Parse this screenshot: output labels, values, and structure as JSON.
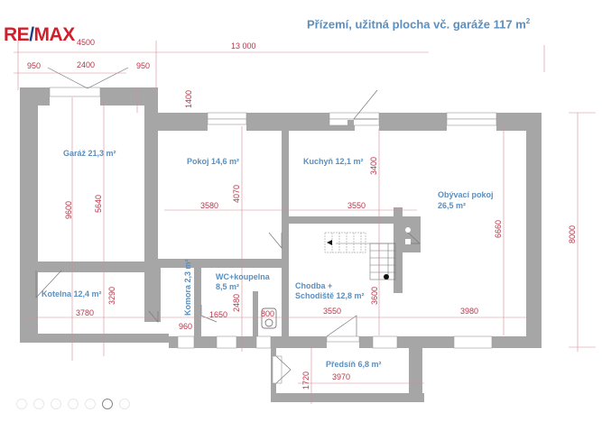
{
  "logo": {
    "re": "RE",
    "slash": "/",
    "max": "MAX"
  },
  "header": {
    "title": "Přízemí, užitná plocha vč. garáže 117 m",
    "title_sup": "2"
  },
  "colors": {
    "wall": "#a6a6a6",
    "dimension": "#b7364a",
    "room_label": "#5b8fbf",
    "logo_red": "#d21f2b",
    "logo_blue": "#1f3c8c"
  },
  "rooms": [
    {
      "name": "Garáž 21,3 m²"
    },
    {
      "name": "Pokoj 14,6 m²"
    },
    {
      "name": "Kuchyň 12,1 m²"
    },
    {
      "name": "Obývací pokoj",
      "area": "26,5 m²"
    },
    {
      "name": "Kotelna 12,4 m²"
    },
    {
      "name": "Komora 2,3 m²"
    },
    {
      "name": "WC+koupelna",
      "area": "8,5 m²"
    },
    {
      "name": "Chodba +",
      "area": "Schodiště 12,8 m²"
    },
    {
      "name": "Předsíň 6,8 m²"
    }
  ],
  "dimensions": {
    "top_4500": "4500",
    "top_13000": "13 000",
    "top_950_left": "950",
    "top_2400": "2400",
    "top_950_right": "950",
    "d1400": "1400",
    "d9600": "9600",
    "d5640": "5640",
    "d4070": "4070",
    "d3580": "3580",
    "d3400": "3400",
    "d3550_top": "3550",
    "d6660": "6660",
    "d8000": "8000",
    "d3290": "3290",
    "d3780": "3780",
    "d960": "960",
    "d1650": "1650",
    "d2480": "2480",
    "d800": "800",
    "d3600": "3600",
    "d3550_bottom": "3550",
    "d3980": "3980",
    "d1720": "1720",
    "d3970": "3970"
  },
  "toolbar": {
    "buttons": [
      "btn-1",
      "btn-2",
      "btn-3",
      "btn-4",
      "btn-5",
      "btn-6",
      "btn-7"
    ],
    "active_index": 5
  }
}
